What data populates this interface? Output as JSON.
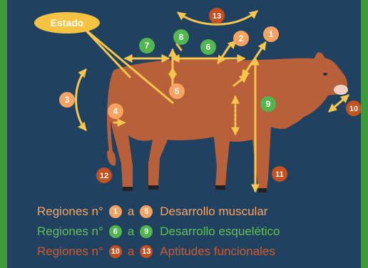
{
  "colors": {
    "frame": "#3f9a3c",
    "background": "#20415f",
    "cow_body": "#b7603a",
    "arrow": "#f7c64a",
    "muscular": "#f7a462",
    "skeletal": "#52b54d",
    "functional": "#c4511f",
    "estado": "#f5c341"
  },
  "estado_label": "Estado",
  "badges": [
    {
      "id": "1",
      "group": "muscular"
    },
    {
      "id": "2",
      "group": "muscular"
    },
    {
      "id": "3",
      "group": "muscular"
    },
    {
      "id": "4",
      "group": "muscular"
    },
    {
      "id": "5",
      "group": "muscular"
    },
    {
      "id": "6",
      "group": "skeletal"
    },
    {
      "id": "7",
      "group": "skeletal"
    },
    {
      "id": "8",
      "group": "skeletal"
    },
    {
      "id": "9",
      "group": "skeletal"
    },
    {
      "id": "10",
      "group": "functional"
    },
    {
      "id": "11",
      "group": "functional"
    },
    {
      "id": "12",
      "group": "functional"
    },
    {
      "id": "13",
      "group": "functional"
    }
  ],
  "legend": [
    {
      "prefix": "Regiones n°",
      "from": "1",
      "connector": "a",
      "to": "5",
      "label": "Desarrollo muscular",
      "color": "#f7a462",
      "badge_color": "#f7a462"
    },
    {
      "prefix": "Regiones n°",
      "from": "6",
      "connector": "a",
      "to": "9",
      "label": "Desarrollo esquelético",
      "color": "#5fbf57",
      "badge_color": "#52b54d"
    },
    {
      "prefix": "Regiones n°",
      "from": "10",
      "connector": "a",
      "to": "13",
      "label": "Aptitudes funcionales",
      "color": "#d4582a",
      "badge_color": "#c4511f"
    }
  ]
}
